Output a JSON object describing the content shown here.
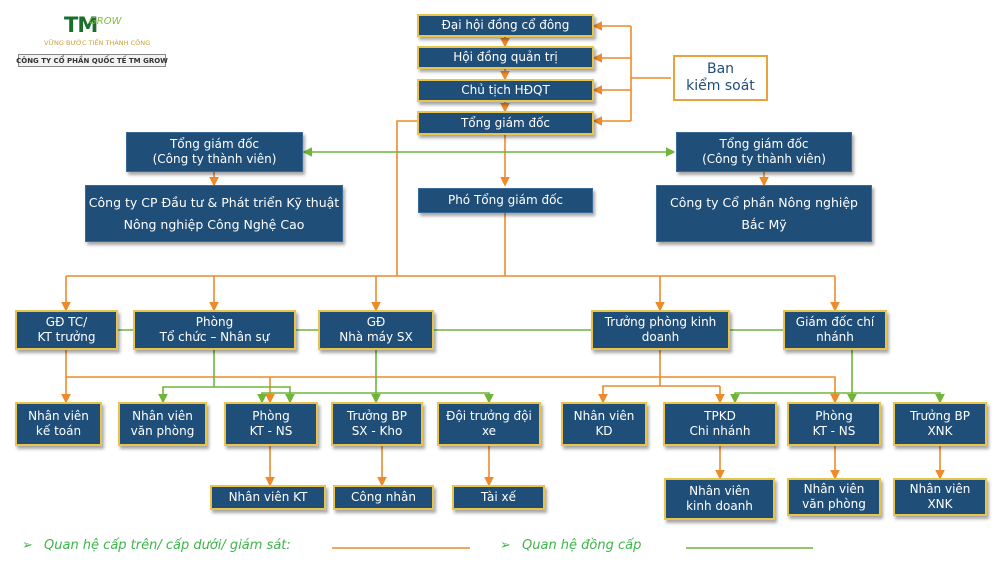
{
  "logo": {
    "tm": "TM",
    "grow": "GROW",
    "slogan": "VỮNG BƯỚC TIẾN THÀNH CÔNG",
    "company": "CÔNG TY CỔ PHẦN QUỐC TẾ TM GROW"
  },
  "boxes": {
    "dhdcd": "Đại hội đồng cổ đông",
    "hdqt": "Hội đồng quản trị",
    "chu_tich": "Chủ tịch HĐQT",
    "tgd": "Tổng giám đốc",
    "tgd_left_1": "Tổng giám đốc",
    "tgd_left_2": "(Công ty thành viên)",
    "tgd_right_1": "Tổng giám đốc",
    "tgd_right_2": "(Công ty thành viên)",
    "cty_left_1": "Công ty CP Đầu tư & Phát triển Kỹ thuật",
    "cty_left_2": "Nông nghiệp Công Nghệ Cao",
    "cty_right_1": "Công ty Cổ phần Nông nghiệp",
    "cty_right_2": "Bắc Mỹ",
    "pho_tgd": "Phó Tổng giám đốc",
    "gd_tc_1": "GĐ TC/",
    "gd_tc_2": "KT trưởng",
    "phong_tc_1": "Phòng",
    "phong_tc_2": "Tổ chức – Nhân sự",
    "gd_nm_1": "GĐ",
    "gd_nm_2": "Nhà máy SX",
    "tp_kd_1": "Trưởng phòng kinh",
    "tp_kd_2": "doanh",
    "gd_cn_1": "Giám đốc chí",
    "gd_cn_2": "nhánh",
    "nv_kt_1": "Nhân viên",
    "nv_kt_2": "kế toán",
    "nv_vp_1": "Nhân viên",
    "nv_vp_2": "văn phòng",
    "phong_ktns_1": "Phòng",
    "phong_ktns_2": "KT - NS",
    "tbp_sx_1": "Trưởng BP",
    "tbp_sx_2": "SX - Kho",
    "doi_truong_1": "Đội trưởng đội",
    "doi_truong_2": "xe",
    "nv_kd_1": "Nhân viên",
    "nv_kd_2": "KD",
    "tpkd_cn_1": "TPKD",
    "tpkd_cn_2": "Chi nhánh",
    "phong_ktns_r_1": "Phòng",
    "phong_ktns_r_2": "KT - NS",
    "tbp_xnk_1": "Trưởng BP",
    "tbp_xnk_2": "XNK",
    "nv_kt_low": "Nhân viên KT",
    "cong_nhan": "Công nhân",
    "tai_xe": "Tài xế",
    "nv_kinh_doanh_1": "Nhân viên",
    "nv_kinh_doanh_2": "kinh doanh",
    "nv_vp_r_1": "Nhân viên",
    "nv_vp_r_2": "văn phòng",
    "nv_xnk_1": "Nhân viên",
    "nv_xnk_2": "XNK"
  },
  "ban_kiem_soat_1": "Ban",
  "ban_kiem_soat_2": "kiểm soát",
  "legend": {
    "hierarchy": "Quan hệ cấp trên/ cấp dưới/ giám sát:",
    "peer": "Quan hệ  đồng cấp",
    "arrow": "➢"
  },
  "colors": {
    "box_fill": "#1f4e79",
    "box_border": "#e8c54a",
    "hierarchy_line": "#ee8a2a",
    "peer_line": "#6fb53a"
  }
}
